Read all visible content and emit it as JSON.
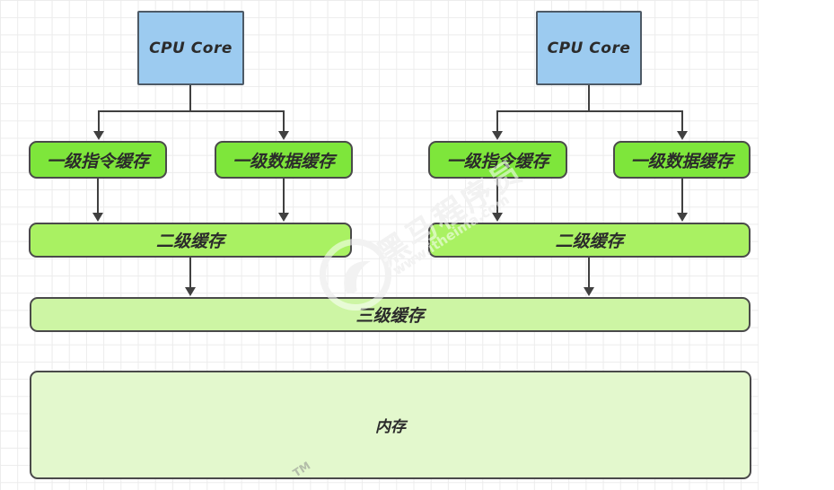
{
  "colors": {
    "grid_line": "#ececec",
    "border": "#4a4a4a",
    "cpu_border": "#4e5a66",
    "arrow": "#404040",
    "text": "#2b2b2b",
    "cpu_fill": "#9ccbf0",
    "l1_fill": "#7ee63b",
    "l2_fill": "#a9f162",
    "l3_fill": "#cdf5a4",
    "mem_fill": "#e3f8cd",
    "wm_gray": "#e2e2e2",
    "wm_white": "rgba(255,255,255,0.55)",
    "wm_tm": "rgba(140,140,140,0.55)"
  },
  "diagram": {
    "left_group": {
      "cpu": "CPU Core",
      "l1i": "一级指令缓存",
      "l1d": "一级数据缓存",
      "l2": "二级缓存"
    },
    "right_group": {
      "cpu": "CPU Core",
      "l1i": "一级指令缓存",
      "l1d": "一级数据缓存",
      "l2": "二级缓存"
    },
    "l3": "三级缓存",
    "memory": "内存",
    "edges": [
      "cpu_left -> l1_instruction_left",
      "cpu_left -> l1_data_left",
      "l1_instruction_left -> l2_left",
      "l1_data_left -> l2_left",
      "l2_left -> l3",
      "cpu_right -> l1_instruction_right",
      "cpu_right -> l1_data_right",
      "l1_instruction_right -> l2_right",
      "l1_data_right -> l2_right",
      "l2_right -> l3"
    ]
  },
  "watermark": {
    "brand": "黑马程序员",
    "url": "www.itheima.com",
    "tm": "TM"
  }
}
